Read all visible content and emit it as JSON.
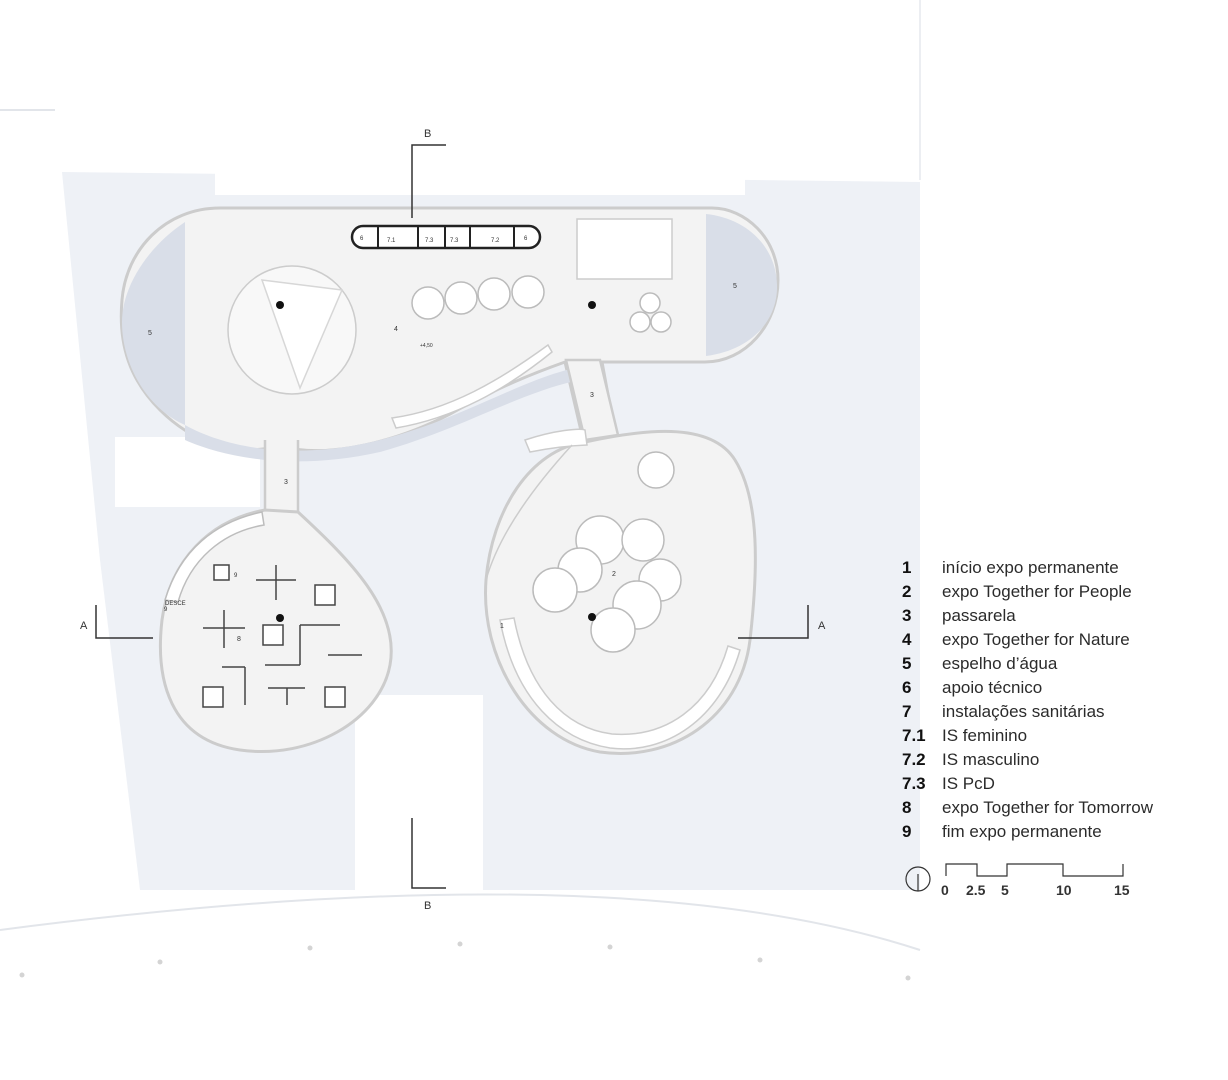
{
  "section_marks": {
    "a": "A",
    "b": "B"
  },
  "room_numbers": {
    "r1": "1",
    "r2": "2",
    "r3a": "3",
    "r3b": "3",
    "r4": "4",
    "r5a": "5",
    "r5b": "5",
    "r8": "8",
    "r9a": "9",
    "r9b": "9",
    "r6a": "6",
    "r6b": "6",
    "r71": "7.1",
    "r73a": "7.3",
    "r73b": "7.3",
    "r72": "7.2"
  },
  "annotations": {
    "desce": "DESCE",
    "level": "+4,50"
  },
  "legend": [
    {
      "num": "1",
      "label": "início expo permanente"
    },
    {
      "num": "2",
      "label": "expo Together for People"
    },
    {
      "num": "3",
      "label": "passarela"
    },
    {
      "num": "4",
      "label": "expo Together for Nature"
    },
    {
      "num": "5",
      "label": "espelho d’água"
    },
    {
      "num": "6",
      "label": "apoio técnico"
    },
    {
      "num": "7",
      "label": "instalações sanitárias"
    },
    {
      "num": "7.1",
      "label": "IS feminino"
    },
    {
      "num": "7.2",
      "label": "IS masculino"
    },
    {
      "num": "7.3",
      "label": "IS PcD"
    },
    {
      "num": "8",
      "label": "expo Together for Tomorrow"
    },
    {
      "num": "9",
      "label": "fim expo permanente"
    }
  ],
  "scale_bar": {
    "ticks": [
      "0",
      "2.5",
      "5",
      "10",
      "15"
    ]
  },
  "colors": {
    "site": "#eef1f6",
    "floor": "#f3f3f3",
    "water": "#d9dee8",
    "outline": "#c8c8c8",
    "ink": "#222222"
  }
}
